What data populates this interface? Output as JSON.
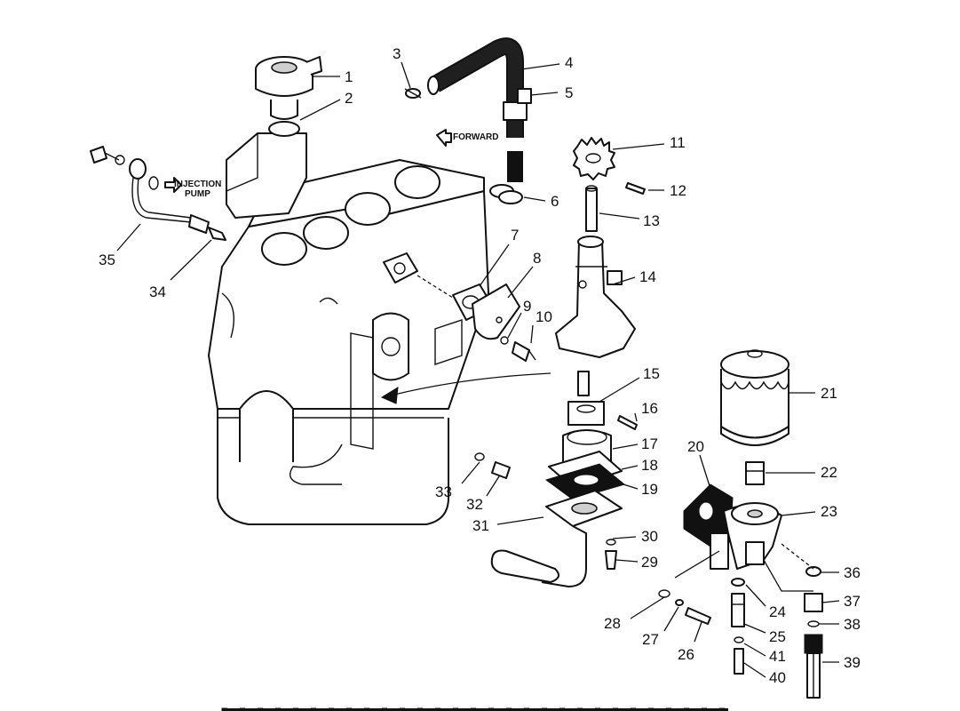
{
  "notes": {
    "injection_pump_line1": "INJECTION",
    "injection_pump_line2": "PUMP",
    "forward": "FORWARD"
  },
  "callouts": [
    "1",
    "2",
    "3",
    "4",
    "5",
    "6",
    "7",
    "8",
    "9",
    "10",
    "11",
    "12",
    "13",
    "14",
    "15",
    "16",
    "17",
    "18",
    "19",
    "20",
    "21",
    "22",
    "23",
    "24",
    "25",
    "26",
    "27",
    "28",
    "29",
    "30",
    "31",
    "32",
    "33",
    "34",
    "35",
    "36",
    "37",
    "38",
    "39",
    "40",
    "41"
  ]
}
